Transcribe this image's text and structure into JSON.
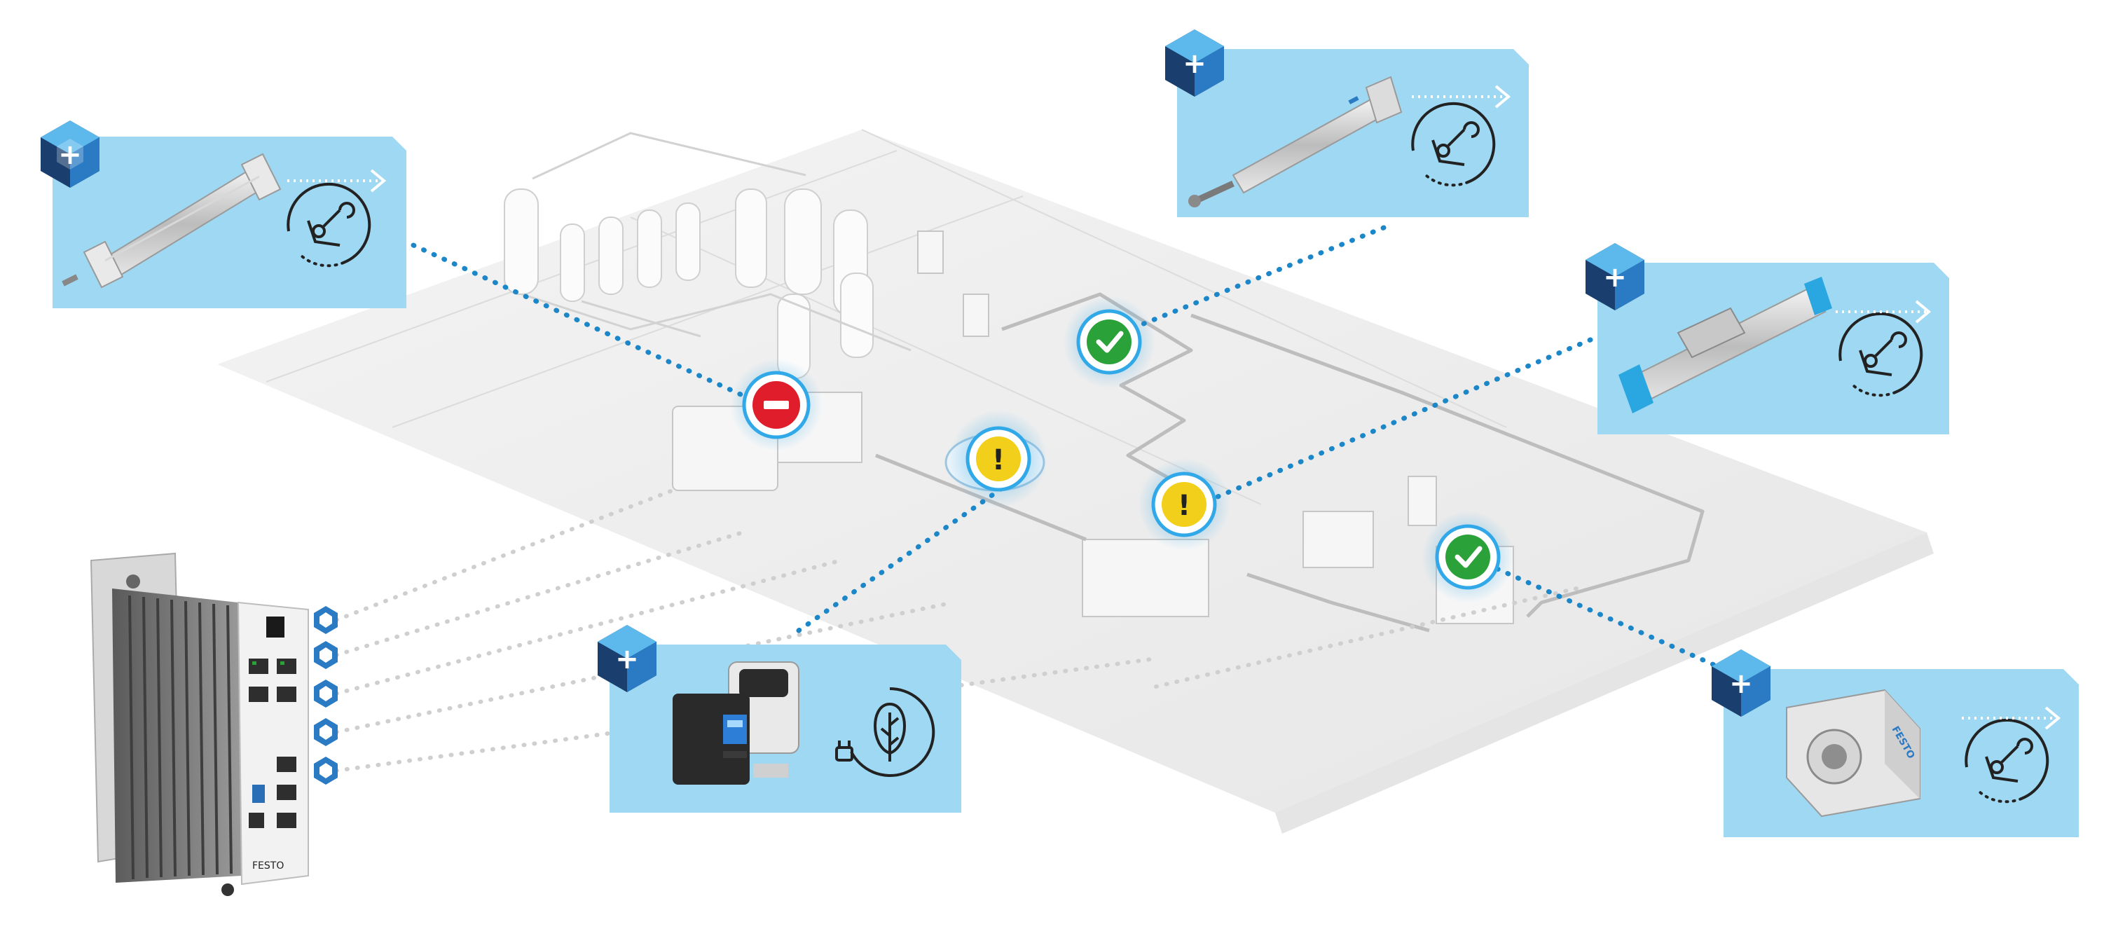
{
  "colors": {
    "card_bg": "#9fd8f2",
    "dot_line": "#1b86c8",
    "status_error": "#e01e2b",
    "status_warning": "#f2cf1b",
    "status_ok": "#2aa139",
    "ring": "#31a8e8",
    "floor": "#eeeeee",
    "hex_dark": "#1a3f6e",
    "hex_mid": "#2a7ac4",
    "hex_light": "#5db8ec"
  },
  "icons": {
    "service": "maintenance-wrench-hand-icon",
    "energy": "leaf-plug-energy-icon",
    "plus": "plus-hexagon-badge-icon"
  },
  "device": {
    "label_brand": "FESTO",
    "port_count": 5
  },
  "cards": [
    {
      "name": "cylinder-card-top-left",
      "product": "pneumatic-cylinder",
      "icon": "service"
    },
    {
      "name": "cylinder-card-top-center",
      "product": "round-cylinder",
      "icon": "service"
    },
    {
      "name": "axis-card-right",
      "product": "linear-axis",
      "icon": "service"
    },
    {
      "name": "compact-cylinder-card-bottom-right",
      "product": "compact-cylinder",
      "brand": "FESTO",
      "icon": "service"
    },
    {
      "name": "sensor-card-bottom-center",
      "product": "pressure-sensor",
      "icon": "energy"
    }
  ],
  "status_markers": [
    {
      "name": "status-error-marker",
      "status": "error"
    },
    {
      "name": "status-warning-marker-1",
      "status": "warning"
    },
    {
      "name": "status-ok-marker-1",
      "status": "ok"
    },
    {
      "name": "status-warning-marker-2",
      "status": "warning"
    },
    {
      "name": "status-ok-marker-2",
      "status": "ok"
    }
  ]
}
